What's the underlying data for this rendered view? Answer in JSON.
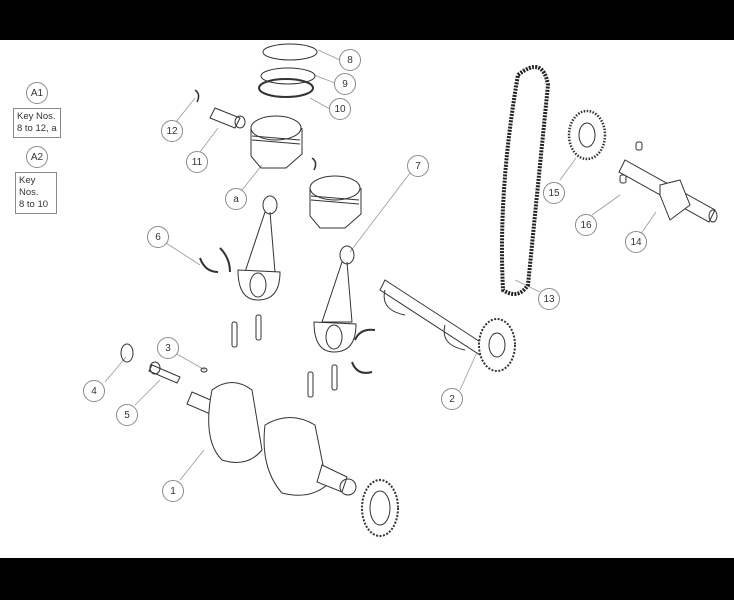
{
  "diagram": {
    "type": "exploded-parts-view",
    "subject": "Crankshaft, connecting rods, pistons, balance shaft and camshaft drive",
    "legend": [
      {
        "id": "A1",
        "text_line1": "Key Nos.",
        "text_line2": "8 to 12, a"
      },
      {
        "id": "A2",
        "text_line1": "Key Nos.",
        "text_line2": "8 to 10"
      }
    ],
    "callouts": [
      {
        "label": "1",
        "part": "crankshaft"
      },
      {
        "label": "2",
        "part": "balance shaft with gear"
      },
      {
        "label": "3",
        "part": "dowel pin"
      },
      {
        "label": "4",
        "part": "washer"
      },
      {
        "label": "5",
        "part": "bolt"
      },
      {
        "label": "6",
        "part": "big-end bearing shells"
      },
      {
        "label": "7",
        "part": "connecting rod"
      },
      {
        "label": "8",
        "part": "piston ring (top)"
      },
      {
        "label": "9",
        "part": "piston ring (second)"
      },
      {
        "label": "10",
        "part": "piston ring (oil control)"
      },
      {
        "label": "11",
        "part": "gudgeon pin"
      },
      {
        "label": "12",
        "part": "circlip"
      },
      {
        "label": "13",
        "part": "cam chain"
      },
      {
        "label": "14",
        "part": "camshaft"
      },
      {
        "label": "15",
        "part": "cam sprocket"
      },
      {
        "label": "16",
        "part": "sprocket bolts"
      },
      {
        "label": "a",
        "part": "piston"
      }
    ]
  }
}
